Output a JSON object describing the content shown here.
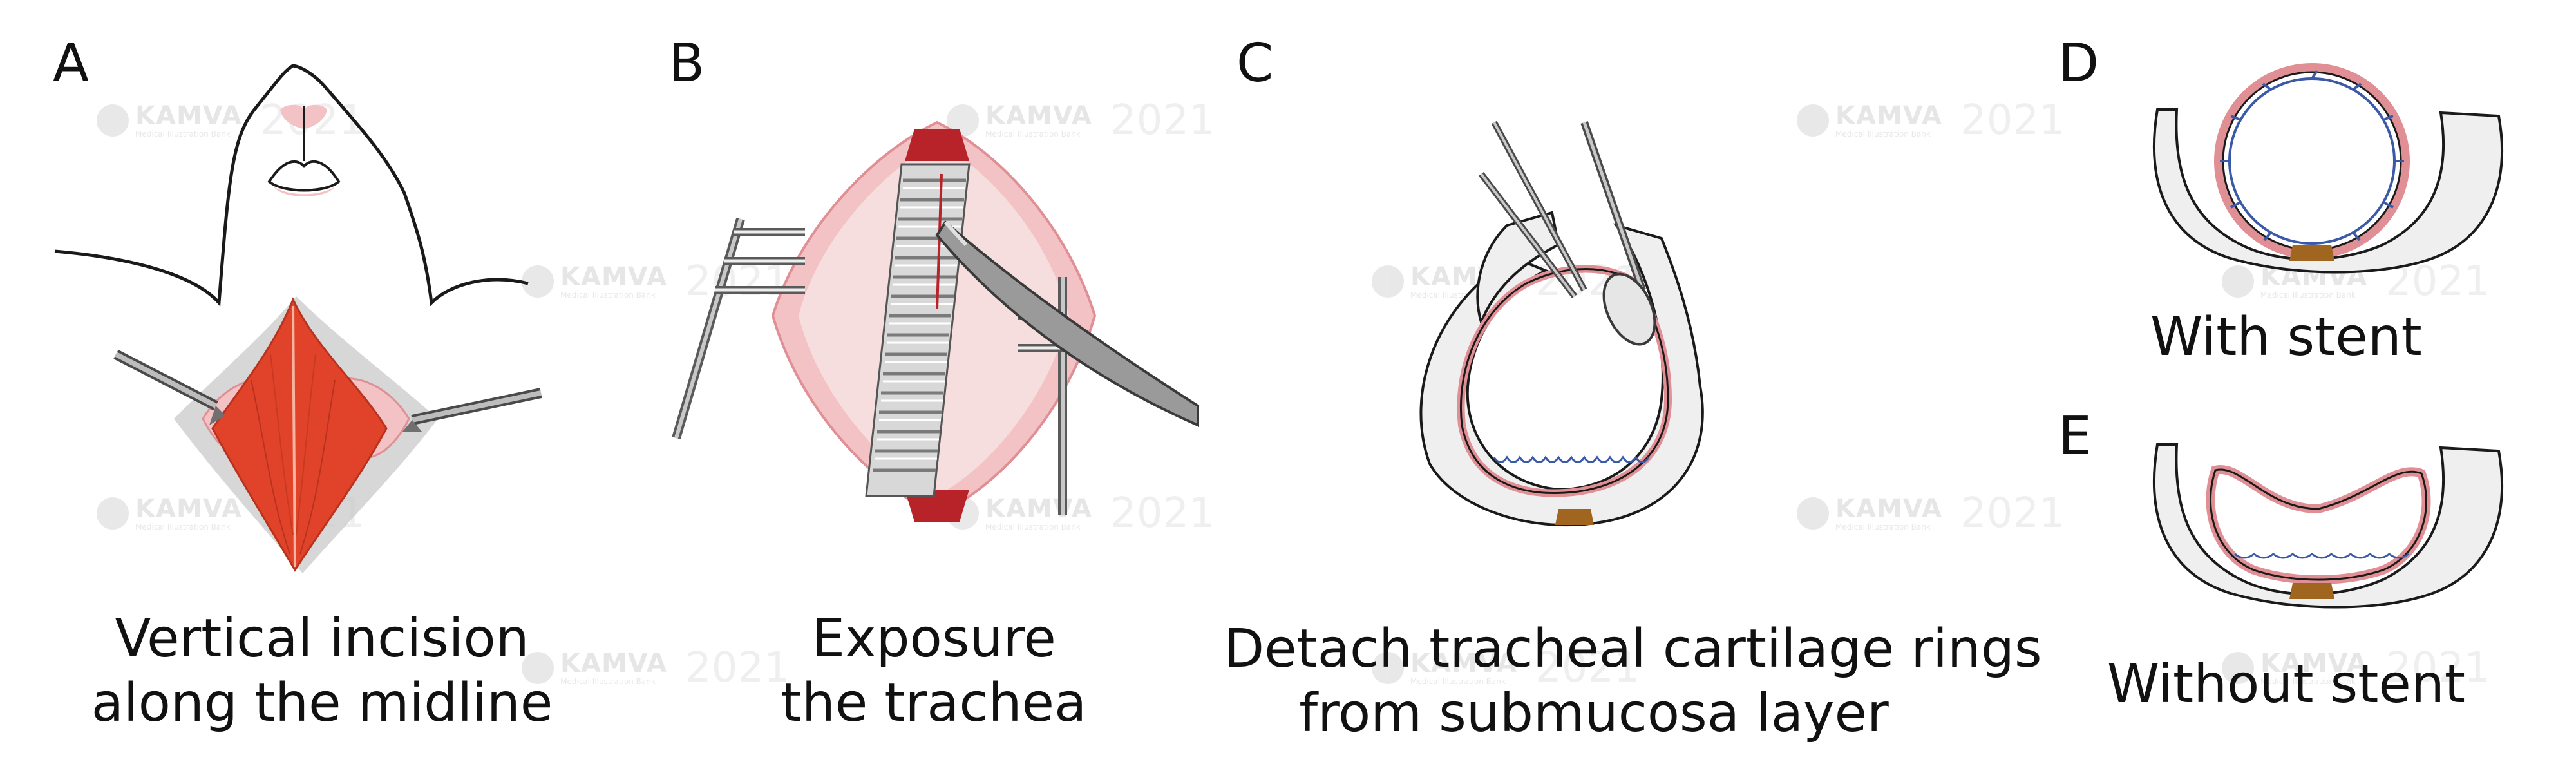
{
  "panels": [
    {
      "letter": "A",
      "caption": [
        "Vertical incision",
        "along the midline"
      ]
    },
    {
      "letter": "B",
      "caption": [
        "Exposure",
        "the trachea"
      ]
    },
    {
      "letter": "C",
      "caption": [
        "Detach tracheal cartilage rings",
        "from submucosa layer"
      ]
    },
    {
      "letter": "D",
      "caption": [
        "With stent"
      ]
    },
    {
      "letter": "E",
      "caption": [
        "Without stent"
      ]
    }
  ],
  "watermark": {
    "brand": "KAMVA",
    "sub": "Medical Illustration Bank",
    "year": "2021"
  },
  "colors": {
    "tissue_pink": "#f2c2c4",
    "tissue_pink_dark": "#e08f95",
    "muscle_red": "#e0432a",
    "muscle_dark": "#b8321d",
    "cartilage_gray": "#efefef",
    "instrument_gray": "#9a9a9a",
    "stent_blue": "#3a5aa8",
    "posterior_brown": "#a0651e",
    "outline": "#1a1a1a"
  }
}
